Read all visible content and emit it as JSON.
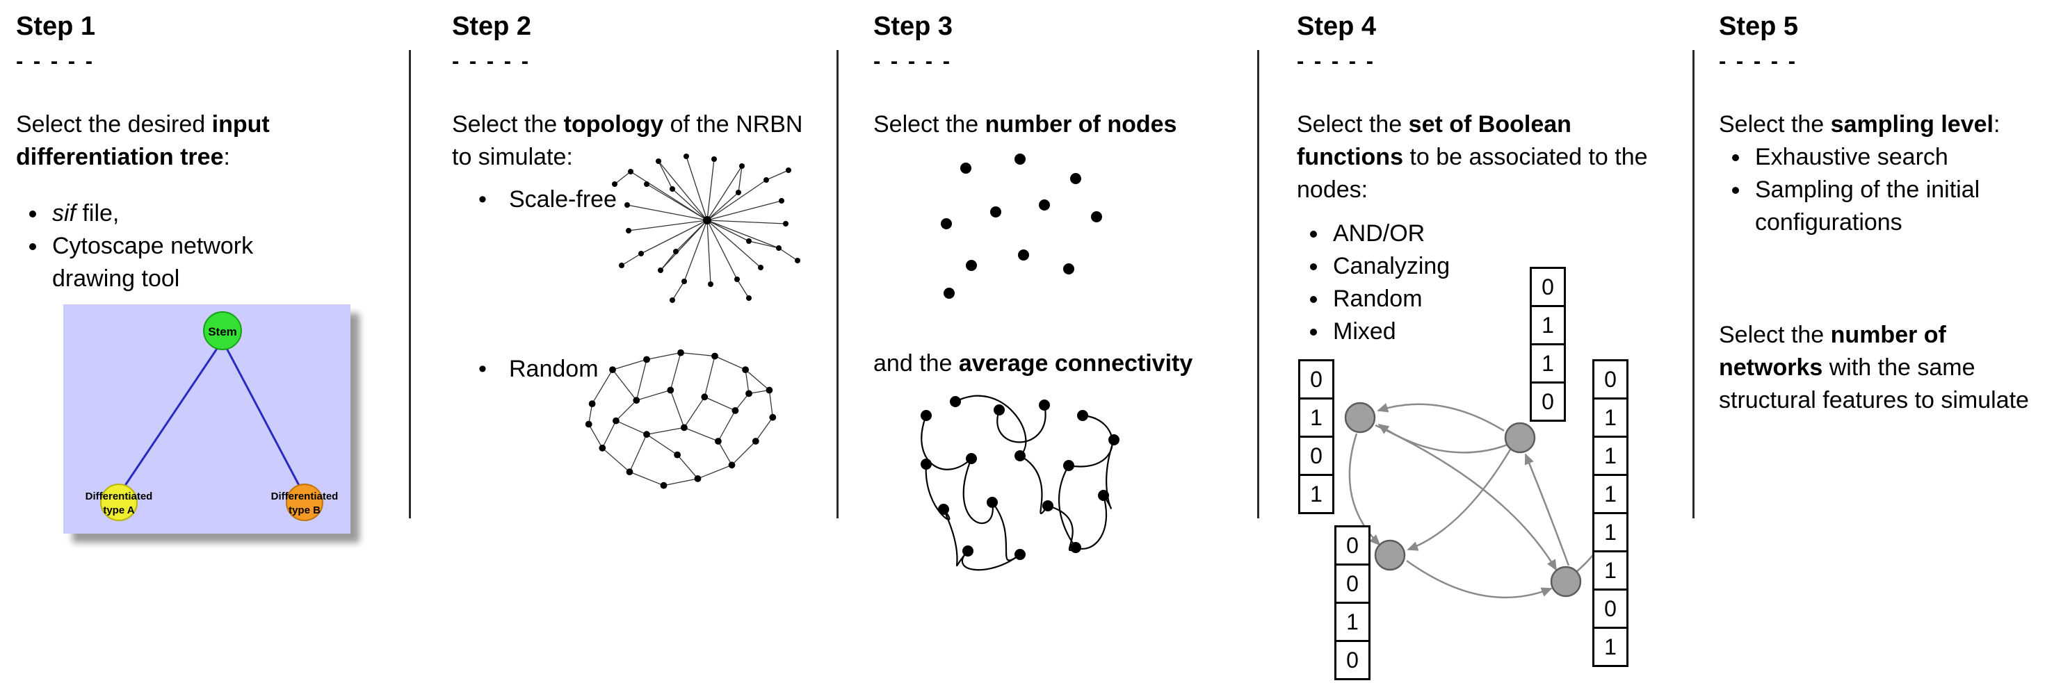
{
  "steps": [
    {
      "title": "Step 1",
      "separator": "- - - - -",
      "intro": {
        "pre": "Select the desired ",
        "bold": "input differentiation tree",
        "post": ":"
      },
      "bullets": [
        {
          "italic": "sif",
          "text": " file,"
        },
        {
          "text": "Cytoscape network drawing tool"
        }
      ],
      "figure": {
        "stem_label": "Stem",
        "type_a_line1": "Differentiated",
        "type_a_line2": "type A",
        "type_b_line1": "Differentiated",
        "type_b_line2": "type B",
        "colors": {
          "panel": "#ccccfe",
          "stem": "#35e035",
          "type_a": "#f0ee30",
          "type_b": "#f59a23",
          "edge": "#2a2ac0"
        }
      }
    },
    {
      "title": "Step 2",
      "separator": "- - - - -",
      "intro": {
        "pre": "Select the ",
        "bold": "topology",
        "post": " of the NRBN to simulate:"
      },
      "bullets": [
        {
          "text": "Scale-free"
        },
        {
          "text": "Random"
        }
      ]
    },
    {
      "title": "Step 3",
      "separator": "- - - - -",
      "intro": {
        "pre": "Select the ",
        "bold": "number of nodes",
        "post": ""
      },
      "second": {
        "pre": "and the ",
        "bold": "average connectivity",
        "post": ""
      }
    },
    {
      "title": "Step 4",
      "separator": "- - - - -",
      "intro": {
        "pre": "Select the ",
        "bold": "set of Boolean functions",
        "post": " to be associated to the nodes:"
      },
      "bullets": [
        {
          "text": "AND/OR"
        },
        {
          "text": "Canalyzing"
        },
        {
          "text": "Random"
        },
        {
          "text": "Mixed"
        }
      ],
      "truth_tables": {
        "left": [
          "0",
          "1",
          "0",
          "1"
        ],
        "top": [
          "0",
          "1",
          "1",
          "0"
        ],
        "right": [
          "0",
          "1",
          "1",
          "1",
          "1",
          "1",
          "0",
          "1"
        ],
        "bottom": [
          "0",
          "0",
          "1",
          "0"
        ]
      }
    },
    {
      "title": "Step 5",
      "separator": "- - - - -",
      "intro": {
        "pre": "Select the ",
        "bold": "sampling level",
        "post": ":"
      },
      "bullets": [
        {
          "text": "Exhaustive search"
        },
        {
          "text": "Sampling of the initial configurations"
        }
      ],
      "second": {
        "pre": "Select the ",
        "bold": "number of networks",
        "post": " with the same structural features to simulate"
      }
    }
  ]
}
